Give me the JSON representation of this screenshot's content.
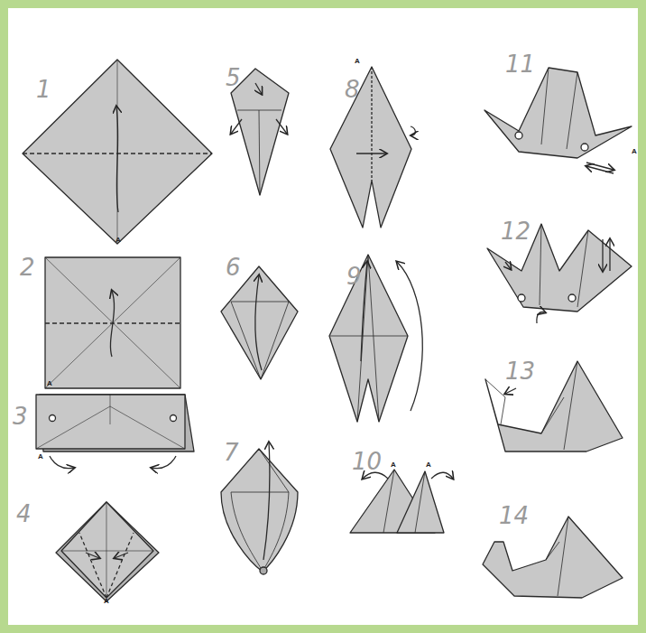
{
  "diagram": {
    "labels": [
      "1",
      "A",
      "2",
      "A",
      "3",
      "A",
      "4",
      "A",
      "5",
      "6",
      "7",
      "8",
      "A",
      "9",
      "10",
      "A",
      "A",
      "11",
      "A",
      "12",
      "13",
      "14"
    ]
  }
}
